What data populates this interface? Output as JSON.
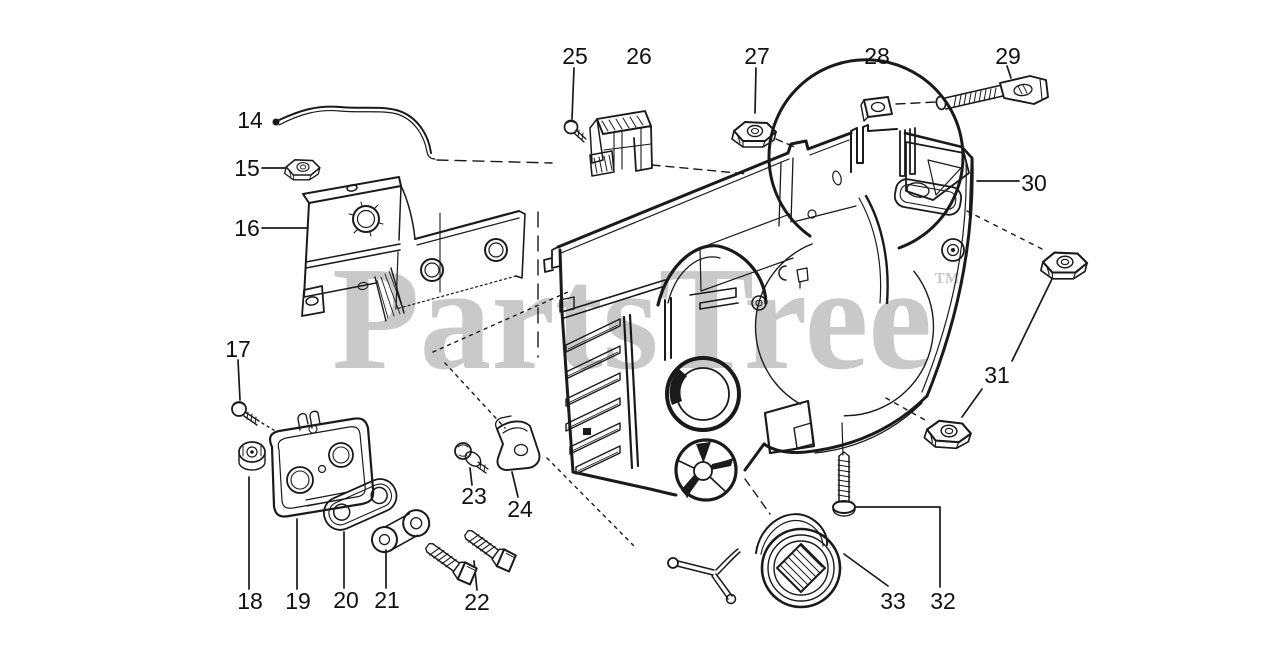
{
  "diagram": {
    "background": "#ffffff",
    "line_color": "#1a1a1a"
  },
  "watermark": {
    "text": "PartsTree",
    "tm": "™",
    "color": "#c9c9c9"
  },
  "callouts": [
    {
      "label": "14"
    },
    {
      "label": "15"
    },
    {
      "label": "16"
    },
    {
      "label": "17"
    },
    {
      "label": "18"
    },
    {
      "label": "19"
    },
    {
      "label": "20"
    },
    {
      "label": "21"
    },
    {
      "label": "22"
    },
    {
      "label": "23"
    },
    {
      "label": "24"
    },
    {
      "label": "25"
    },
    {
      "label": "26"
    },
    {
      "label": "27"
    },
    {
      "label": "28"
    },
    {
      "label": "29"
    },
    {
      "label": "30"
    },
    {
      "label": "31"
    },
    {
      "label": "32"
    },
    {
      "label": "33"
    }
  ]
}
